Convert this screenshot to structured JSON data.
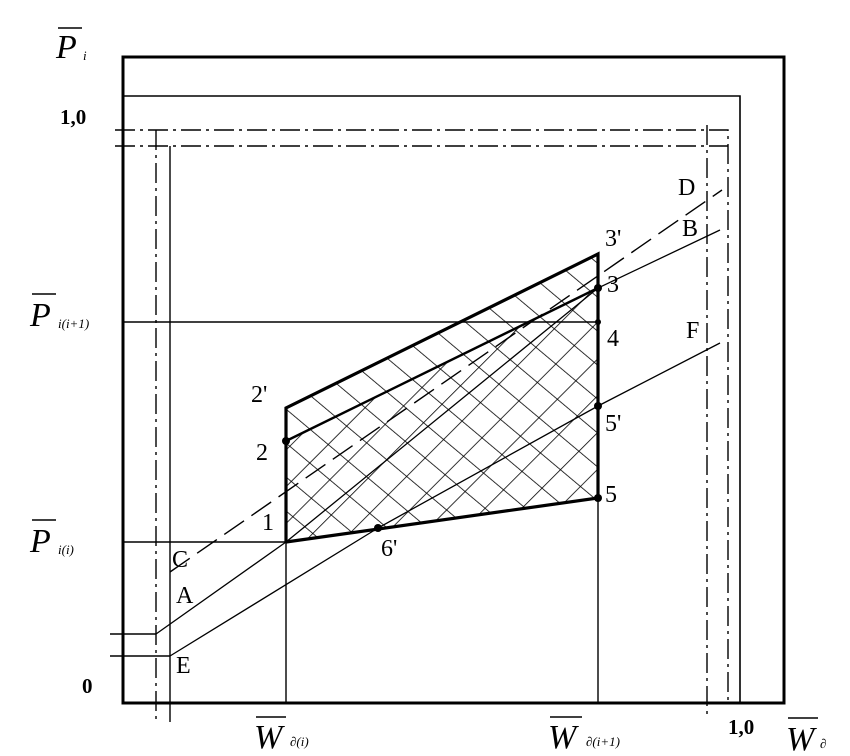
{
  "axes": {
    "y_symbol": "P",
    "y_subscript": "i",
    "x_symbol": "W",
    "x_subscript": "∂"
  },
  "ticks": {
    "y_one": "1,0",
    "origin": "0",
    "x_one": "1,0",
    "y_lower_symbol": "P",
    "y_lower_subscript": "i(i)",
    "y_upper_symbol": "P",
    "y_upper_subscript": "i(i+1)",
    "x_left_symbol": "W",
    "x_left_subscript": "∂(i)",
    "x_right_symbol": "W",
    "x_right_subscript": "∂(i+1)"
  },
  "points": {
    "p1": "1",
    "p2": "2",
    "p2p": "2'",
    "p3": "3",
    "p3p": "3'",
    "p4": "4",
    "p5": "5",
    "p5p": "5'",
    "p6p": "6'"
  },
  "lines": {
    "A": "A",
    "B": "B",
    "C": "C",
    "D": "D",
    "E": "E",
    "F": "F"
  }
}
